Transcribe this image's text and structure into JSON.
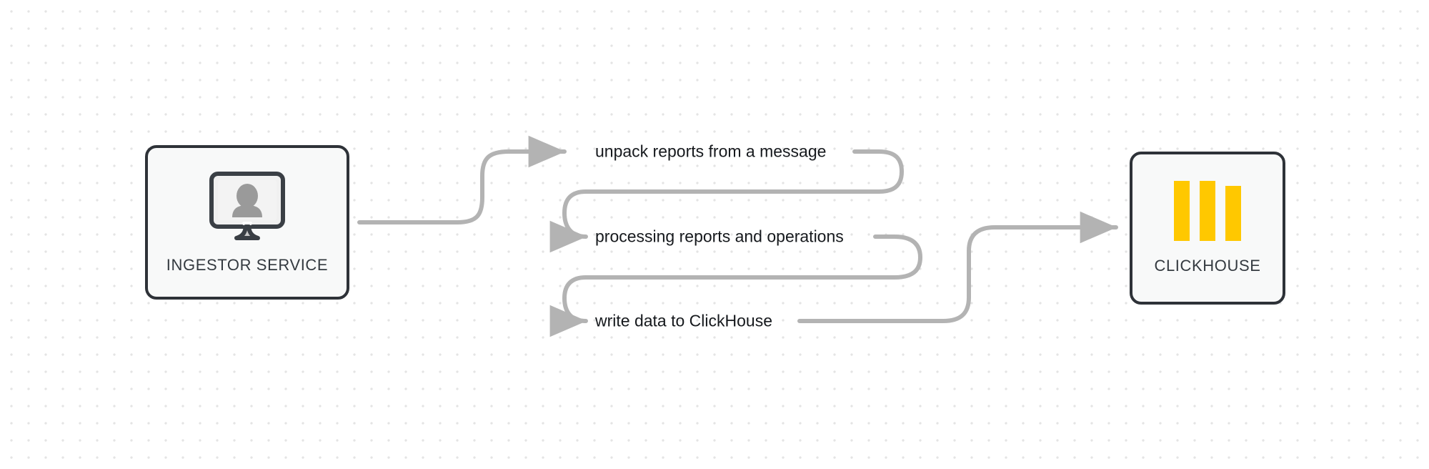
{
  "diagram": {
    "type": "flow-diagram",
    "background": "dotted-grid",
    "colors": {
      "node_border": "#2e3238",
      "node_fill": "#f8f9f9",
      "edge": "#b3b3b3",
      "clickhouse_yellow": "#FFC800",
      "label_text": "#16191d",
      "node_label_text": "#343a40",
      "grid_dot": "#e4e4e4",
      "canvas": "#ffffff"
    },
    "nodes": [
      {
        "id": "ingestor-service",
        "label": "INGESTOR SERVICE",
        "icon": "monitor-user-icon"
      },
      {
        "id": "clickhouse",
        "label": "CLICKHOUSE",
        "icon": "clickhouse-bars-icon"
      }
    ],
    "edge_labels": [
      "unpack reports from a message",
      "processing reports and operations",
      "write data to ClickHouse"
    ]
  }
}
